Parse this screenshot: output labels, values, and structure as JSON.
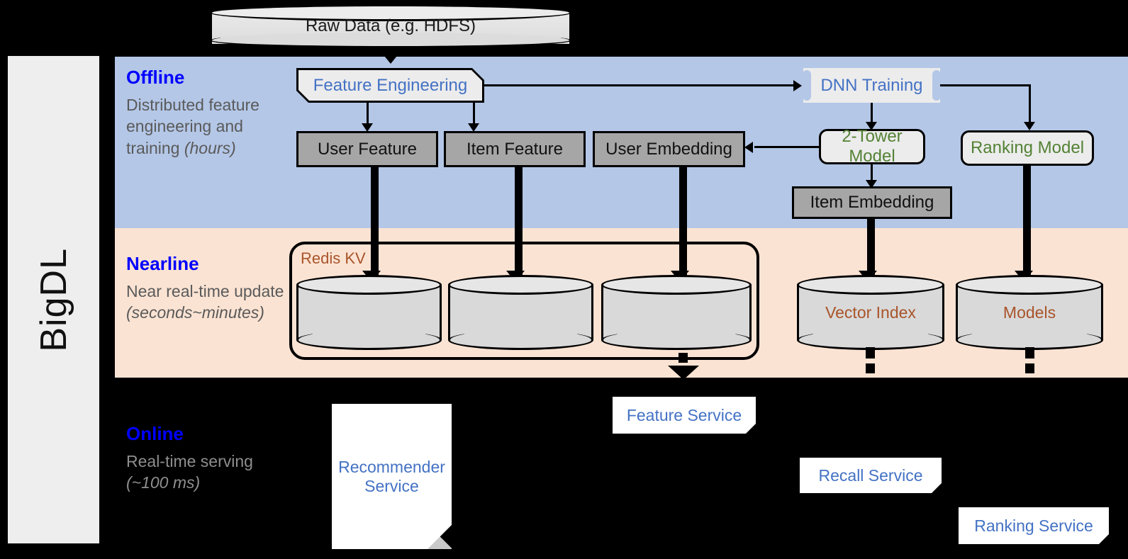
{
  "sidebar": {
    "label": "BigDL"
  },
  "source": {
    "raw_data": "Raw Data (e.g. HDFS)"
  },
  "bands": {
    "offline": {
      "title": "Offline",
      "desc_line1": "Distributed feature engineering and training ",
      "desc_em": "(hours)"
    },
    "nearline": {
      "title": "Nearline",
      "desc_line1": "Near real-time update ",
      "desc_em": "(seconds~minutes)"
    },
    "online": {
      "title": "Online",
      "desc_line1": "Real-time serving ",
      "desc_em": "(~100 ms)"
    }
  },
  "offline": {
    "feature_engineering": "Feature Engineering",
    "dnn_training": "DNN Training",
    "user_feature": "User Feature",
    "item_feature": "Item Feature",
    "user_embedding": "User Embedding",
    "two_tower_model": "2-Tower Model",
    "ranking_model": "Ranking Model",
    "item_embedding": "Item Embedding"
  },
  "nearline": {
    "redis_label": "Redis KV",
    "store_user_feature": "",
    "store_item_feature": "",
    "store_user_embedding": "",
    "vector_index": "Vector Index",
    "models": "Models"
  },
  "online": {
    "recommender_service": "Recommender Service",
    "feature_service": "Feature Service",
    "recall_service": "Recall Service",
    "ranking_service": "Ranking Service"
  },
  "colors": {
    "offline_band": "#b4c7e7",
    "nearline_band": "#fbe3d3",
    "online_band": "#000000",
    "band_title": "#0000ff",
    "blue_text": "#4472c4",
    "green_text": "#548235",
    "brown_text": "#a9542a",
    "gray_box": "#a6a6a6",
    "sidebar_bg": "#eeeeee"
  }
}
